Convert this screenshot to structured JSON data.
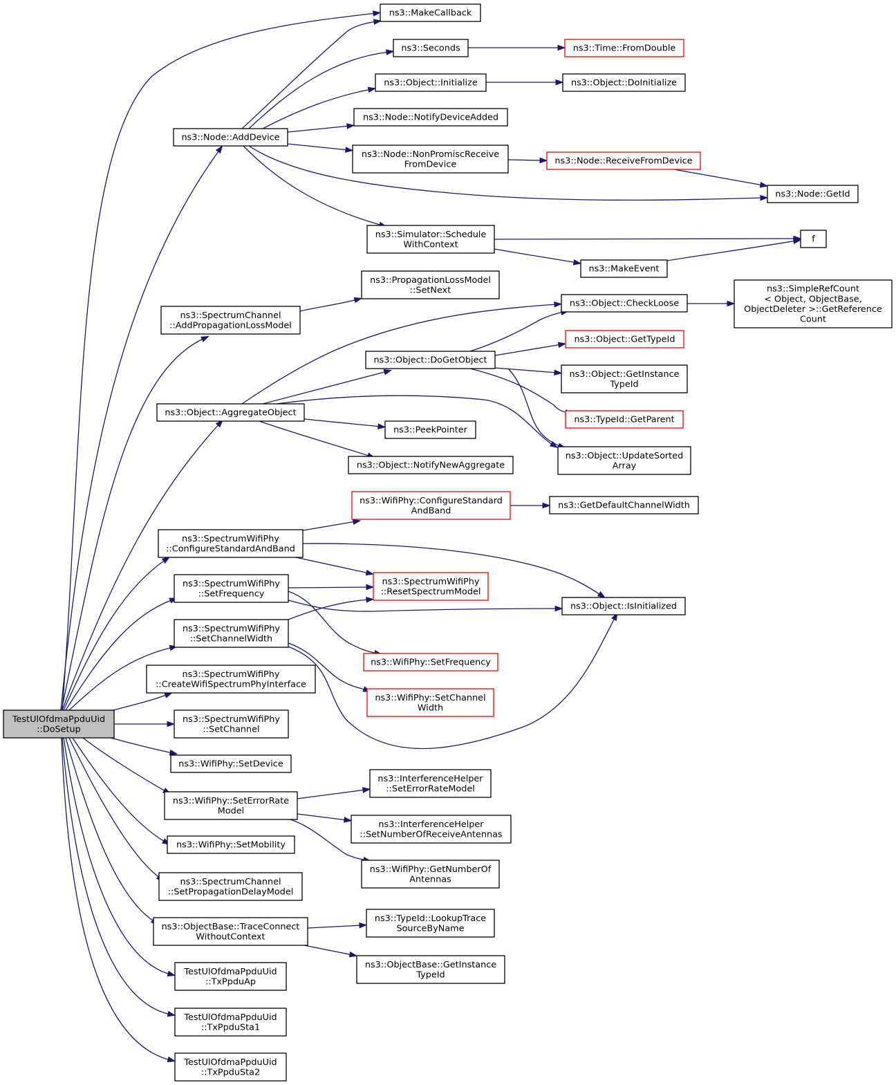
{
  "graph": {
    "nodes": [
      {
        "id": "root",
        "lines": [
          "TestUlOfdmaPpduUid",
          "::DoSetup"
        ],
        "style": "root"
      },
      {
        "id": "makecb",
        "lines": [
          "ns3::MakeCallback"
        ]
      },
      {
        "id": "seconds",
        "lines": [
          "ns3::Seconds"
        ]
      },
      {
        "id": "fromdouble",
        "lines": [
          "ns3::Time::FromDouble"
        ],
        "style": "red"
      },
      {
        "id": "init",
        "lines": [
          "ns3::Object::Initialize"
        ]
      },
      {
        "id": "doinit",
        "lines": [
          "ns3::Object::DoInitialize"
        ]
      },
      {
        "id": "notifyadded",
        "lines": [
          "ns3::Node::NotifyDeviceAdded"
        ]
      },
      {
        "id": "adddevice",
        "lines": [
          "ns3::Node::AddDevice"
        ]
      },
      {
        "id": "nonpromisc",
        "lines": [
          "ns3::Node::NonPromiscReceive",
          "FromDevice"
        ]
      },
      {
        "id": "recvfrom",
        "lines": [
          "ns3::Node::ReceiveFromDevice"
        ],
        "style": "red"
      },
      {
        "id": "getid",
        "lines": [
          "ns3::Node::GetId"
        ]
      },
      {
        "id": "schedule",
        "lines": [
          "ns3::Simulator::Schedule",
          "WithContext"
        ]
      },
      {
        "id": "f",
        "lines": [
          "f"
        ]
      },
      {
        "id": "makeevent",
        "lines": [
          "ns3::MakeEvent"
        ]
      },
      {
        "id": "setnext",
        "lines": [
          "ns3::PropagationLossModel",
          "::SetNext"
        ]
      },
      {
        "id": "addprop",
        "lines": [
          "ns3::SpectrumChannel",
          "::AddPropagationLossModel"
        ]
      },
      {
        "id": "checkloose",
        "lines": [
          "ns3::Object::CheckLoose"
        ]
      },
      {
        "id": "simpleref",
        "lines": [
          "ns3::SimpleRefCount",
          "< Object, ObjectBase,",
          "ObjectDeleter >::GetReference",
          "Count"
        ]
      },
      {
        "id": "gettypeid",
        "lines": [
          "ns3::Object::GetTypeId"
        ],
        "style": "red"
      },
      {
        "id": "dogetobj",
        "lines": [
          "ns3::Object::DoGetObject"
        ]
      },
      {
        "id": "getinst",
        "lines": [
          "ns3::Object::GetInstance",
          "TypeId"
        ]
      },
      {
        "id": "getparent",
        "lines": [
          "ns3::TypeId::GetParent"
        ],
        "style": "red"
      },
      {
        "id": "aggregate",
        "lines": [
          "ns3::Object::AggregateObject"
        ]
      },
      {
        "id": "peek",
        "lines": [
          "ns3::PeekPointer"
        ]
      },
      {
        "id": "updsorted",
        "lines": [
          "ns3::Object::UpdateSorted",
          "Array"
        ]
      },
      {
        "id": "notifyagg",
        "lines": [
          "ns3::Object::NotifyNewAggregate"
        ]
      },
      {
        "id": "wificonf",
        "lines": [
          "ns3::WifiPhy::ConfigureStandard",
          "AndBand"
        ],
        "style": "red"
      },
      {
        "id": "defwidth",
        "lines": [
          "ns3::GetDefaultChannelWidth"
        ]
      },
      {
        "id": "specconf",
        "lines": [
          "ns3::SpectrumWifiPhy",
          "::ConfigureStandardAndBand"
        ]
      },
      {
        "id": "resetspec",
        "lines": [
          "ns3::SpectrumWifiPhy",
          "::ResetSpectrumModel"
        ],
        "style": "red"
      },
      {
        "id": "specfreq",
        "lines": [
          "ns3::SpectrumWifiPhy",
          "::SetFrequency"
        ]
      },
      {
        "id": "isinit",
        "lines": [
          "ns3::Object::IsInitialized"
        ]
      },
      {
        "id": "specwidth",
        "lines": [
          "ns3::SpectrumWifiPhy",
          "::SetChannelWidth"
        ]
      },
      {
        "id": "wififreq",
        "lines": [
          "ns3::WifiPhy::SetFrequency"
        ],
        "style": "red"
      },
      {
        "id": "createiface",
        "lines": [
          "ns3::SpectrumWifiPhy",
          "::CreateWifiSpectrumPhyInterface"
        ]
      },
      {
        "id": "wifiwidth",
        "lines": [
          "ns3::WifiPhy::SetChannel",
          "Width"
        ],
        "style": "red"
      },
      {
        "id": "setchannel",
        "lines": [
          "ns3::SpectrumWifiPhy",
          "::SetChannel"
        ]
      },
      {
        "id": "setdevice",
        "lines": [
          "ns3::WifiPhy::SetDevice"
        ]
      },
      {
        "id": "ihrate",
        "lines": [
          "ns3::InterferenceHelper",
          "::SetErrorRateModel"
        ]
      },
      {
        "id": "seterror",
        "lines": [
          "ns3::WifiPhy::SetErrorRate",
          "Model"
        ]
      },
      {
        "id": "ihant",
        "lines": [
          "ns3::InterferenceHelper",
          "::SetNumberOfReceiveAntennas"
        ]
      },
      {
        "id": "setmob",
        "lines": [
          "ns3::WifiPhy::SetMobility"
        ]
      },
      {
        "id": "getant",
        "lines": [
          "ns3::WifiPhy::GetNumberOf",
          "Antennas"
        ]
      },
      {
        "id": "setdelay",
        "lines": [
          "ns3::SpectrumChannel",
          "::SetPropagationDelayModel"
        ]
      },
      {
        "id": "lookup",
        "lines": [
          "ns3::TypeId::LookupTrace",
          "SourceByName"
        ]
      },
      {
        "id": "traceconn",
        "lines": [
          "ns3::ObjectBase::TraceConnect",
          "WithoutContext"
        ]
      },
      {
        "id": "obinst",
        "lines": [
          "ns3::ObjectBase::GetInstance",
          "TypeId"
        ]
      },
      {
        "id": "txap",
        "lines": [
          "TestUlOfdmaPpduUid",
          "::TxPpduAp"
        ]
      },
      {
        "id": "txsta1",
        "lines": [
          "TestUlOfdmaPpduUid",
          "::TxPpduSta1"
        ]
      },
      {
        "id": "txsta2",
        "lines": [
          "TestUlOfdmaPpduUid",
          "::TxPpduSta2"
        ]
      }
    ]
  }
}
